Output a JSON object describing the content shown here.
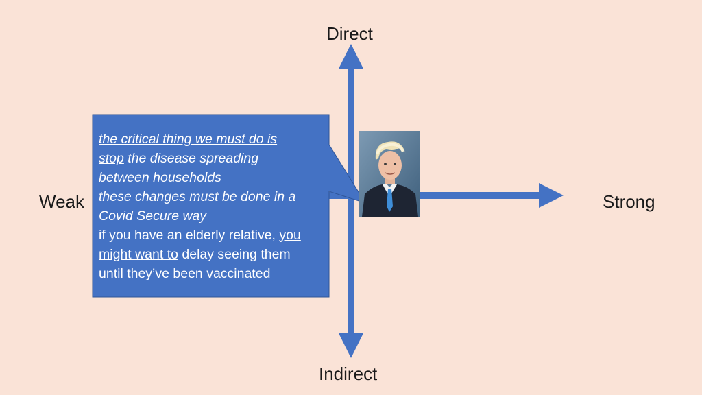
{
  "axes": {
    "top": "Direct",
    "bottom": "Indirect",
    "left": "Weak",
    "right": "Strong"
  },
  "callout": {
    "quote1_part1": "the critical thing we must do is",
    "quote1_part2_underlined": "stop",
    "quote1_part3": " the disease spreading",
    "quote1_part4": "between households",
    "quote2_part1": "these changes ",
    "quote2_part2_underlined": "must be done",
    "quote2_part3": " in a",
    "quote2_part4": "Covid Secure way",
    "quote3_part1": "if you have an elderly relative, ",
    "quote3_part2_underlined": "you",
    "quote3_part3_underlined": "might want to",
    "quote3_part4": " delay seeing them",
    "quote3_part5": "until they’ve been vaccinated"
  },
  "colors": {
    "background": "#fae3d7",
    "accent": "#4472c4",
    "callout_border": "#2f5597"
  },
  "photo": {
    "subject": "portrait-photo"
  }
}
